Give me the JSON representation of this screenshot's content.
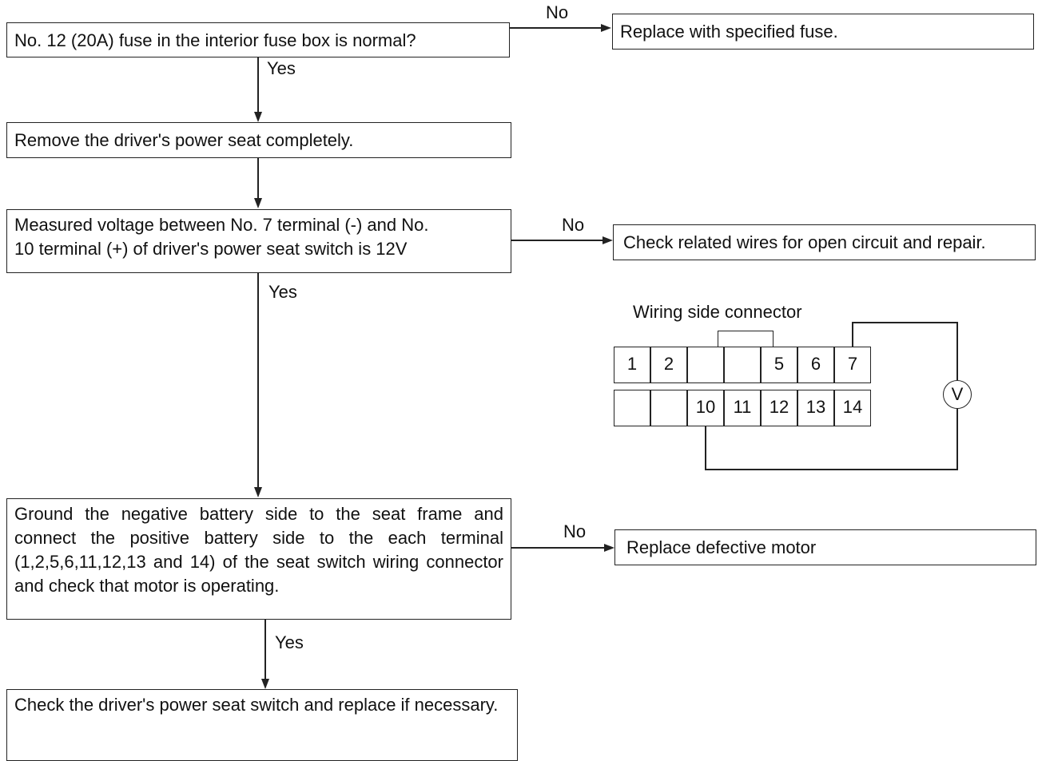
{
  "flow": {
    "step1": "No. 12 (20A) fuse in the interior fuse box is normal?",
    "step1_no_action": "Replace with specified fuse.",
    "step2": "Remove the driver's power seat completely.",
    "step3_line1": "Measured voltage between No. 7 terminal (-) and No.",
    "step3_line2": "10 terminal (+) of driver's power seat switch is 12V",
    "step3_no_action": "Check related wires for open circuit and repair.",
    "step4": "Ground the negative battery side to the seat frame and connect the positive battery side to the each terminal (1,2,5,6,11,12,13 and 14) of the seat switch wiring connector and check that motor is operating.",
    "step4_no_action": "Replace defective motor",
    "step5": "Check the driver's power seat switch and replace if necessary."
  },
  "labels": {
    "no": "No",
    "yes": "Yes"
  },
  "connector": {
    "title": "Wiring side connector",
    "top_row": [
      "1",
      "2",
      "",
      "",
      "5",
      "6",
      "7"
    ],
    "bottom_row": [
      "",
      "",
      "10",
      "11",
      "12",
      "13",
      "14"
    ],
    "meter_symbol": "V"
  }
}
